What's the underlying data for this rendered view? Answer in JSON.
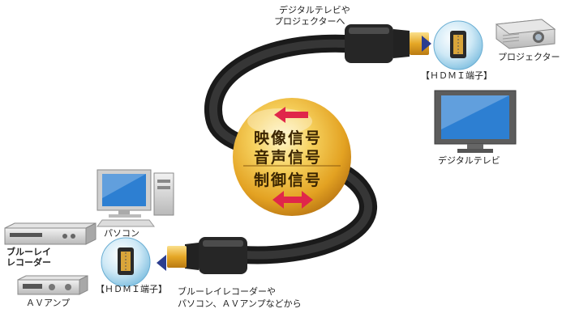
{
  "labels": {
    "top_destination_line1": "デジタルテレビや",
    "top_destination_line2": "プロジェクターへ",
    "projector": "プロジェクター",
    "hdmi_terminal_top": "【ＨＤＭＩ端子】",
    "digital_tv": "デジタルテレビ",
    "pc": "パソコン",
    "bluray_line1": "ブルーレイ",
    "bluray_line2": "レコーダー",
    "av_amp": "ＡＶアンプ",
    "hdmi_terminal_bottom": "【ＨＤＭＩ端子】",
    "bottom_source_line1": "ブルーレイレコーダーや",
    "bottom_source_line2": "パソコン、ＡＶアンプなどから"
  },
  "center": {
    "line1": "映像信号",
    "line2": "音声信号",
    "line3": "制御信号"
  },
  "colors": {
    "cable": "#2b2b2b",
    "gold": "#e7ab2a",
    "arrow_red": "#e0264a",
    "pointer_blue": "#2c3d8f",
    "badge_blue": "#9fd0ea"
  }
}
